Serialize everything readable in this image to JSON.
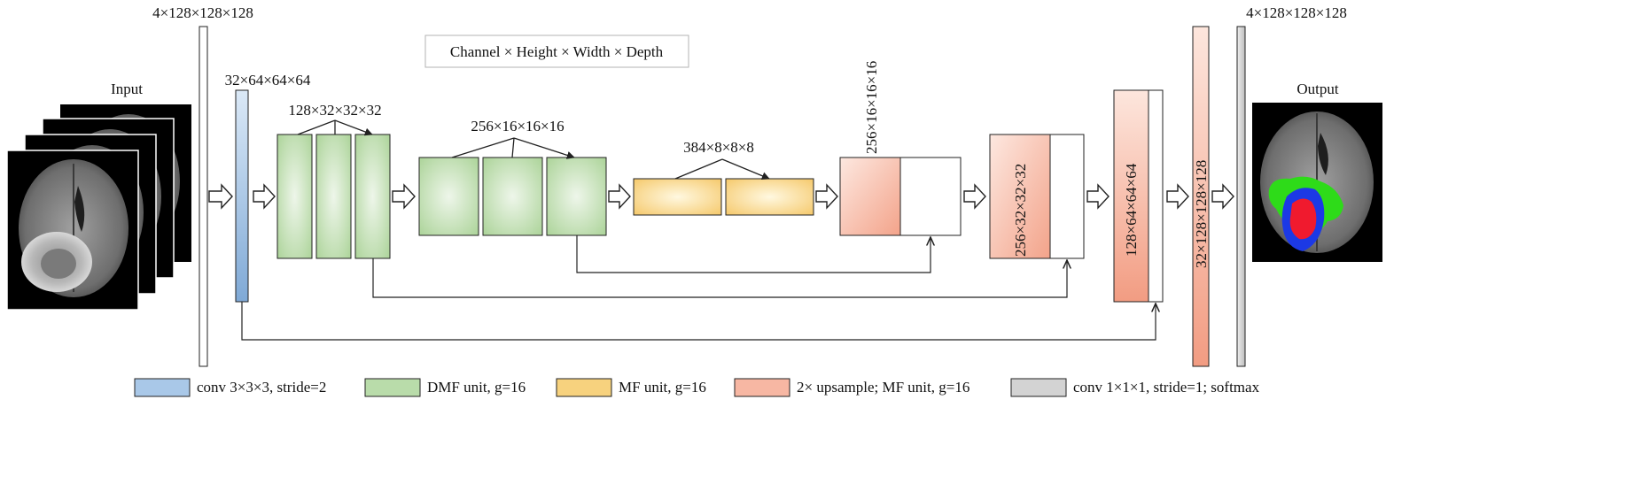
{
  "colors": {
    "conv": "#a9c8e8",
    "dmf": "#b9dcaa",
    "mf": "#f7d27e",
    "upsample": "#f7b7a3",
    "final_conv": "#d3d3d3",
    "edema": "#2edb19",
    "enhancing": "#1c39e5",
    "necrotic": "#f01a2e"
  },
  "labels": {
    "input": "Input",
    "output": "Output",
    "input_shape": "4×128×128×128",
    "output_shape": "4×128×128×128",
    "conv_shape": "32×64×64×64",
    "dmf1_shape": "128×32×32×32",
    "dmf2_shape": "256×16×16×16",
    "mf_shape": "384×8×8×8",
    "up1_shape": "256×16×16×16",
    "up2_shape": "256×32×32×32",
    "up3_shape": "128×64×64×64",
    "up4_shape": "32×128×128×128",
    "dimension_key": "Channel × Height × Width × Depth"
  },
  "legend": [
    {
      "name": "legend-conv",
      "color": "#a9c8e8",
      "label": "conv 3×3×3, stride=2"
    },
    {
      "name": "legend-dmf",
      "color": "#b9dcaa",
      "label": "DMF unit, g=16"
    },
    {
      "name": "legend-mf",
      "color": "#f7d27e",
      "label": "MF unit, g=16"
    },
    {
      "name": "legend-upsample",
      "color": "#f7b7a3",
      "label": "2× upsample; MF unit, g=16"
    },
    {
      "name": "legend-final-conv",
      "color": "#d3d3d3",
      "label": "conv 1×1×1, stride=1; softmax"
    }
  ]
}
